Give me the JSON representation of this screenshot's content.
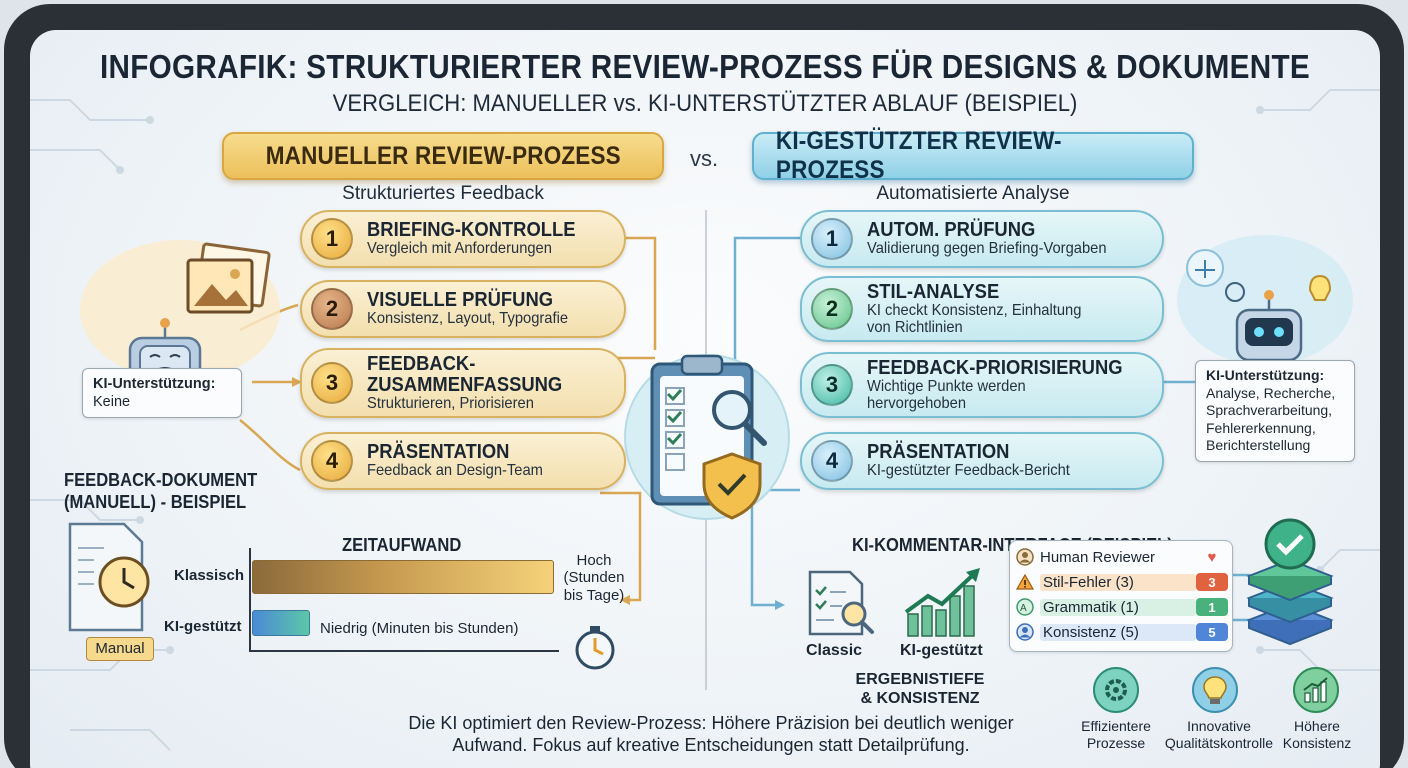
{
  "title": "INFOGRAFIK: STRUKTURIERTER REVIEW-PROZESS FÜR DESIGNS & DOKUMENTE",
  "subtitle": "VERGLEICH: MANUELLER vs. KI-UNTERSTÜTZTER ABLAUF (BEISPIEL)",
  "vs": "vs.",
  "manual": {
    "header": "MANUELLER REVIEW-PROZESS",
    "subheader": "Strukturiertes Feedback",
    "steps": [
      {
        "num": "1",
        "title": "BRIEFING-KONTROLLE",
        "desc": "Vergleich mit Anforderungen"
      },
      {
        "num": "2",
        "title": "VISUELLE PRÜFUNG",
        "desc": "Konsistenz, Layout, Typografie"
      },
      {
        "num": "3",
        "title": "FEEDBACK-",
        "title2": "ZUSAMMENFASSUNG",
        "desc": "Strukturieren, Priorisieren"
      },
      {
        "num": "4",
        "title": "PRÄSENTATION",
        "desc": "Feedback an Design-Team"
      }
    ],
    "ki_support_label": "KI-Unterstützung:",
    "ki_support_value": "Keine",
    "doc_title_line1": "FEEDBACK-DOKUMENT",
    "doc_title_line2": "(MANUELL) - BEISPIEL",
    "doc_tag": "Manual"
  },
  "time": {
    "title": "ZEITAUFWAND",
    "rows": [
      {
        "label": "Klassisch",
        "value_line1": "Hoch",
        "value_line2": "(Stunden",
        "value_line3": "bis Tage)"
      },
      {
        "label": "KI-gestützt",
        "value": "Niedrig (Minuten bis Stunden)"
      }
    ]
  },
  "ki": {
    "header": "KI-GESTÜTZTER REVIEW-PROZESS",
    "subheader": "Automatisierte Analyse",
    "steps": [
      {
        "num": "1",
        "title": "AUTOM. PRÜFUNG",
        "desc": "Validierung gegen Briefing-Vorgaben"
      },
      {
        "num": "2",
        "title": "STIL-ANALYSE",
        "desc": "KI checkt Konsistenz, Einhaltung",
        "desc2": "von Richtlinien"
      },
      {
        "num": "3",
        "title": "FEEDBACK-PRIORISIERUNG",
        "desc": "Wichtige Punkte werden",
        "desc2": "hervorgehoben"
      },
      {
        "num": "4",
        "title": "PRÄSENTATION",
        "desc": "KI-gestützter Feedback-Bericht"
      }
    ],
    "support_label": "KI-Unterstützung:",
    "support_lines": [
      "Analyse, Recherche,",
      "Sprachverarbeitung,",
      "Fehlererkennung,",
      "Berichterstellung"
    ]
  },
  "comment": {
    "title": "KI-KOMMENTAR-INTERFACE (BEISPIEL)",
    "classic_label": "Classic",
    "ki_label": "KI-gestützt",
    "depth_line1": "ERGEBNISTIEFE",
    "depth_line2": "& KONSISTENZ",
    "rows": [
      {
        "icon": "user-icon",
        "name": "Human Reviewer",
        "badge": "♥",
        "color": "#e05a4e"
      },
      {
        "icon": "warning-icon",
        "name": "Stil-Fehler (3)",
        "badge": "3",
        "color": "#e0623f"
      },
      {
        "icon": "grammar-icon",
        "name": "Grammatik (1)",
        "badge": "1",
        "color": "#49b27c"
      },
      {
        "icon": "user-icon",
        "name": "Konsistenz (5)",
        "badge": "5",
        "color": "#4f86d8"
      }
    ]
  },
  "bottom_line1": "Die KI optimiert den Review-Prozess: Höhere Präzision bei deutlich weniger",
  "bottom_line2": "Aufwand. Fokus auf kreative Entscheidungen statt Detailprüfung.",
  "features": [
    {
      "icon": "gear-icon",
      "line1": "Effizientere",
      "line2": "Prozesse"
    },
    {
      "icon": "lightbulb-icon",
      "line1": "Innovative",
      "line2": "Qualitätskontrolle"
    },
    {
      "icon": "chart-icon",
      "line1": "Höhere",
      "line2": "Konsistenz"
    }
  ]
}
